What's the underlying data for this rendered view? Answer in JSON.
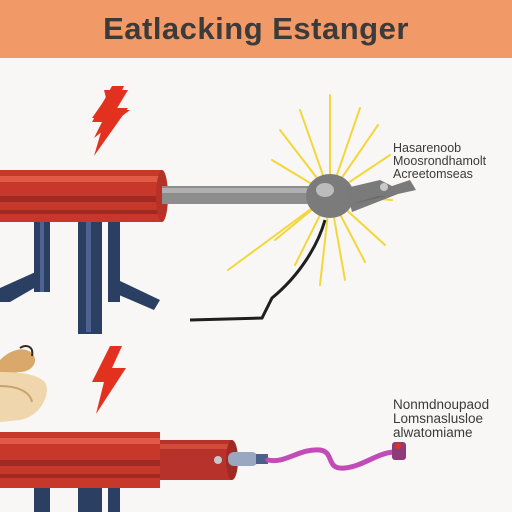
{
  "header": {
    "title": "Eatlacking Estanger",
    "color": "#f29a67"
  },
  "top_label": {
    "lines": [
      "Hasarenoob",
      "Moosrondhamolt",
      "Acreetomseas"
    ]
  },
  "bottom_label": {
    "lines": [
      "Nonmdnoupaod",
      "Lomsnaslusloe",
      "alwatomiame"
    ]
  },
  "icons": {
    "bolt_top": "lightning-bolt",
    "bolt_bottom": "lightning-bolt",
    "spark": "electric-spark",
    "hand": "hand-graphic"
  },
  "colors": {
    "pipe": "#c8382a",
    "pipe_stripe": "#a02a22",
    "support": "#2b3f63",
    "rod": "#8d8d8d",
    "spark": "#f7e04a",
    "bolt": "#e2321f",
    "cable": "#c24bb7"
  }
}
